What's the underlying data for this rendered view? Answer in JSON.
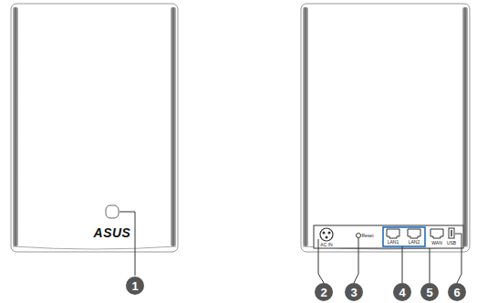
{
  "diagram": {
    "labels": [
      "ASUS",
      "1",
      "AC IN",
      "Reset",
      "LAN1",
      "LAN2",
      "WAN",
      "USB",
      "2",
      "3",
      "4",
      "5",
      "6"
    ]
  }
}
